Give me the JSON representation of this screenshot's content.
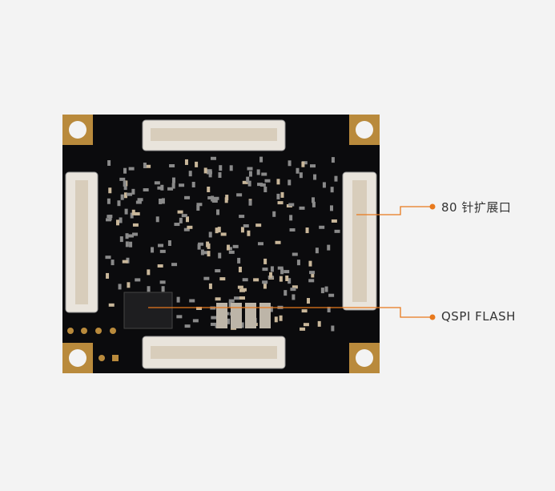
{
  "callouts": [
    {
      "label": "80 针扩展口",
      "target": "right-connector"
    },
    {
      "label": "QSPI FLASH",
      "target": "flash-chip"
    }
  ],
  "colors": {
    "accent": "#e8791c",
    "board": "#0b0b0d",
    "gold": "#b98a3c",
    "connector": "#e9e4dc",
    "background": "#f3f3f3"
  }
}
